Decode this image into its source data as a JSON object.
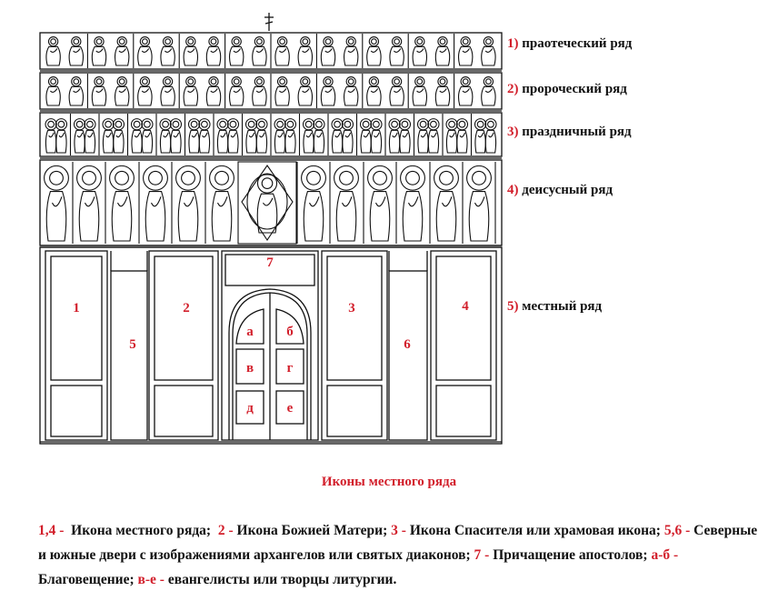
{
  "rows": [
    {
      "num": "1)",
      "text": "праотеческий ряд"
    },
    {
      "num": "2)",
      "text": "пророческий ряд"
    },
    {
      "num": "3)",
      "text": "праздничный ряд"
    },
    {
      "num": "4)",
      "text": "деисусный ряд"
    },
    {
      "num": "5)",
      "text": "местный ряд"
    }
  ],
  "panel_labels": {
    "p1": "1",
    "p2": "2",
    "p3": "3",
    "p4": "4",
    "p5": "5",
    "p6": "6",
    "p7": "7",
    "a": "а",
    "b": "б",
    "v": "в",
    "g": "г",
    "d": "д",
    "e": "е"
  },
  "caption": "Иконы местного ряда",
  "legend": [
    {
      "code": "1,4 -",
      "text": "  Икона местного ряда;  "
    },
    {
      "code": "2 -",
      "text": " Икона Божией Матери; "
    },
    {
      "code": "3 -",
      "text": " Икона Спасителя или храмовая икона; "
    },
    {
      "code": "5,6 -",
      "text": " Северные и южные двери с изображениями архангелов или святых диаконов; "
    },
    {
      "code": "7 -",
      "text": " Причащение апостолов; "
    },
    {
      "code": "а-б -",
      "text": " Благовещение; "
    },
    {
      "code": "в-е -",
      "text": " евангелисты или творцы литургии."
    }
  ],
  "colors": {
    "accent": "#d21f2b",
    "line": "#111111"
  }
}
